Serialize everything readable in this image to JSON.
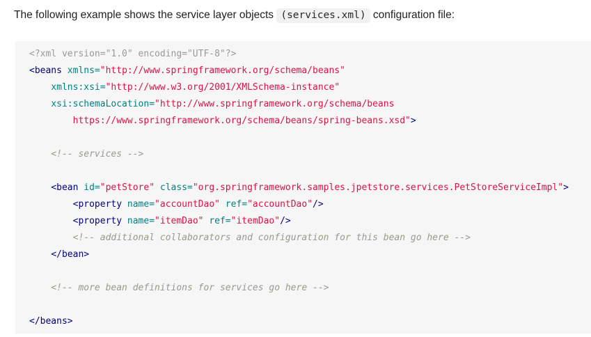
{
  "page": {
    "background": "#ffffff",
    "code_block_background": "#f6f6f6",
    "inline_code_background": "#f1f1f1",
    "body_text_color": "#212121"
  },
  "intro": {
    "segments": [
      {
        "type": "text",
        "text": "The following example shows the service layer objects "
      },
      {
        "type": "code",
        "text": "(services.xml)"
      },
      {
        "type": "text",
        "text": " configuration file:"
      }
    ]
  },
  "code_block": {
    "language": "xml",
    "colors": {
      "tag": "#000080",
      "attr": "#008080",
      "string": "#dd1144",
      "comment": "#999988",
      "prolog": "#999999",
      "plain": "#333333"
    },
    "lines": [
      [
        [
          "cp",
          "<?xml version=\"1.0\" encoding=\"UTF-8\"?>"
        ]
      ],
      [
        [
          "nt",
          "<beans"
        ],
        [
          "tx",
          " "
        ],
        [
          "na",
          "xmlns="
        ],
        [
          "s",
          "\"http://www.springframework.org/schema/beans\""
        ]
      ],
      [
        [
          "tx",
          "    "
        ],
        [
          "na",
          "xmlns:xsi="
        ],
        [
          "s",
          "\"http://www.w3.org/2001/XMLSchema-instance\""
        ]
      ],
      [
        [
          "tx",
          "    "
        ],
        [
          "na",
          "xsi:schemaLocation="
        ],
        [
          "s",
          "\"http://www.springframework.org/schema/beans"
        ]
      ],
      [
        [
          "tx",
          "        "
        ],
        [
          "s",
          "https://www.springframework.org/schema/beans/spring-beans.xsd\""
        ],
        [
          "nt",
          ">"
        ]
      ],
      [],
      [
        [
          "tx",
          "    "
        ],
        [
          "c",
          "<!-- services -->"
        ]
      ],
      [],
      [
        [
          "tx",
          "    "
        ],
        [
          "nt",
          "<bean"
        ],
        [
          "tx",
          " "
        ],
        [
          "na",
          "id="
        ],
        [
          "s",
          "\"petStore\""
        ],
        [
          "tx",
          " "
        ],
        [
          "na",
          "class="
        ],
        [
          "s",
          "\"org.springframework.samples.jpetstore.services.PetStoreServiceImpl\""
        ],
        [
          "nt",
          ">"
        ]
      ],
      [
        [
          "tx",
          "        "
        ],
        [
          "nt",
          "<property"
        ],
        [
          "tx",
          " "
        ],
        [
          "na",
          "name="
        ],
        [
          "s",
          "\"accountDao\""
        ],
        [
          "tx",
          " "
        ],
        [
          "na",
          "ref="
        ],
        [
          "s",
          "\"accountDao\""
        ],
        [
          "nt",
          "/>"
        ]
      ],
      [
        [
          "tx",
          "        "
        ],
        [
          "nt",
          "<property"
        ],
        [
          "tx",
          " "
        ],
        [
          "na",
          "name="
        ],
        [
          "s",
          "\"itemDao\""
        ],
        [
          "tx",
          " "
        ],
        [
          "na",
          "ref="
        ],
        [
          "s",
          "\"itemDao\""
        ],
        [
          "nt",
          "/>"
        ]
      ],
      [
        [
          "tx",
          "        "
        ],
        [
          "c",
          "<!-- additional collaborators and configuration for this bean go here -->"
        ]
      ],
      [
        [
          "tx",
          "    "
        ],
        [
          "nt",
          "</bean>"
        ]
      ],
      [],
      [
        [
          "tx",
          "    "
        ],
        [
          "c",
          "<!-- more bean definitions for services go here -->"
        ]
      ],
      [],
      [
        [
          "nt",
          "</beans>"
        ]
      ]
    ]
  }
}
